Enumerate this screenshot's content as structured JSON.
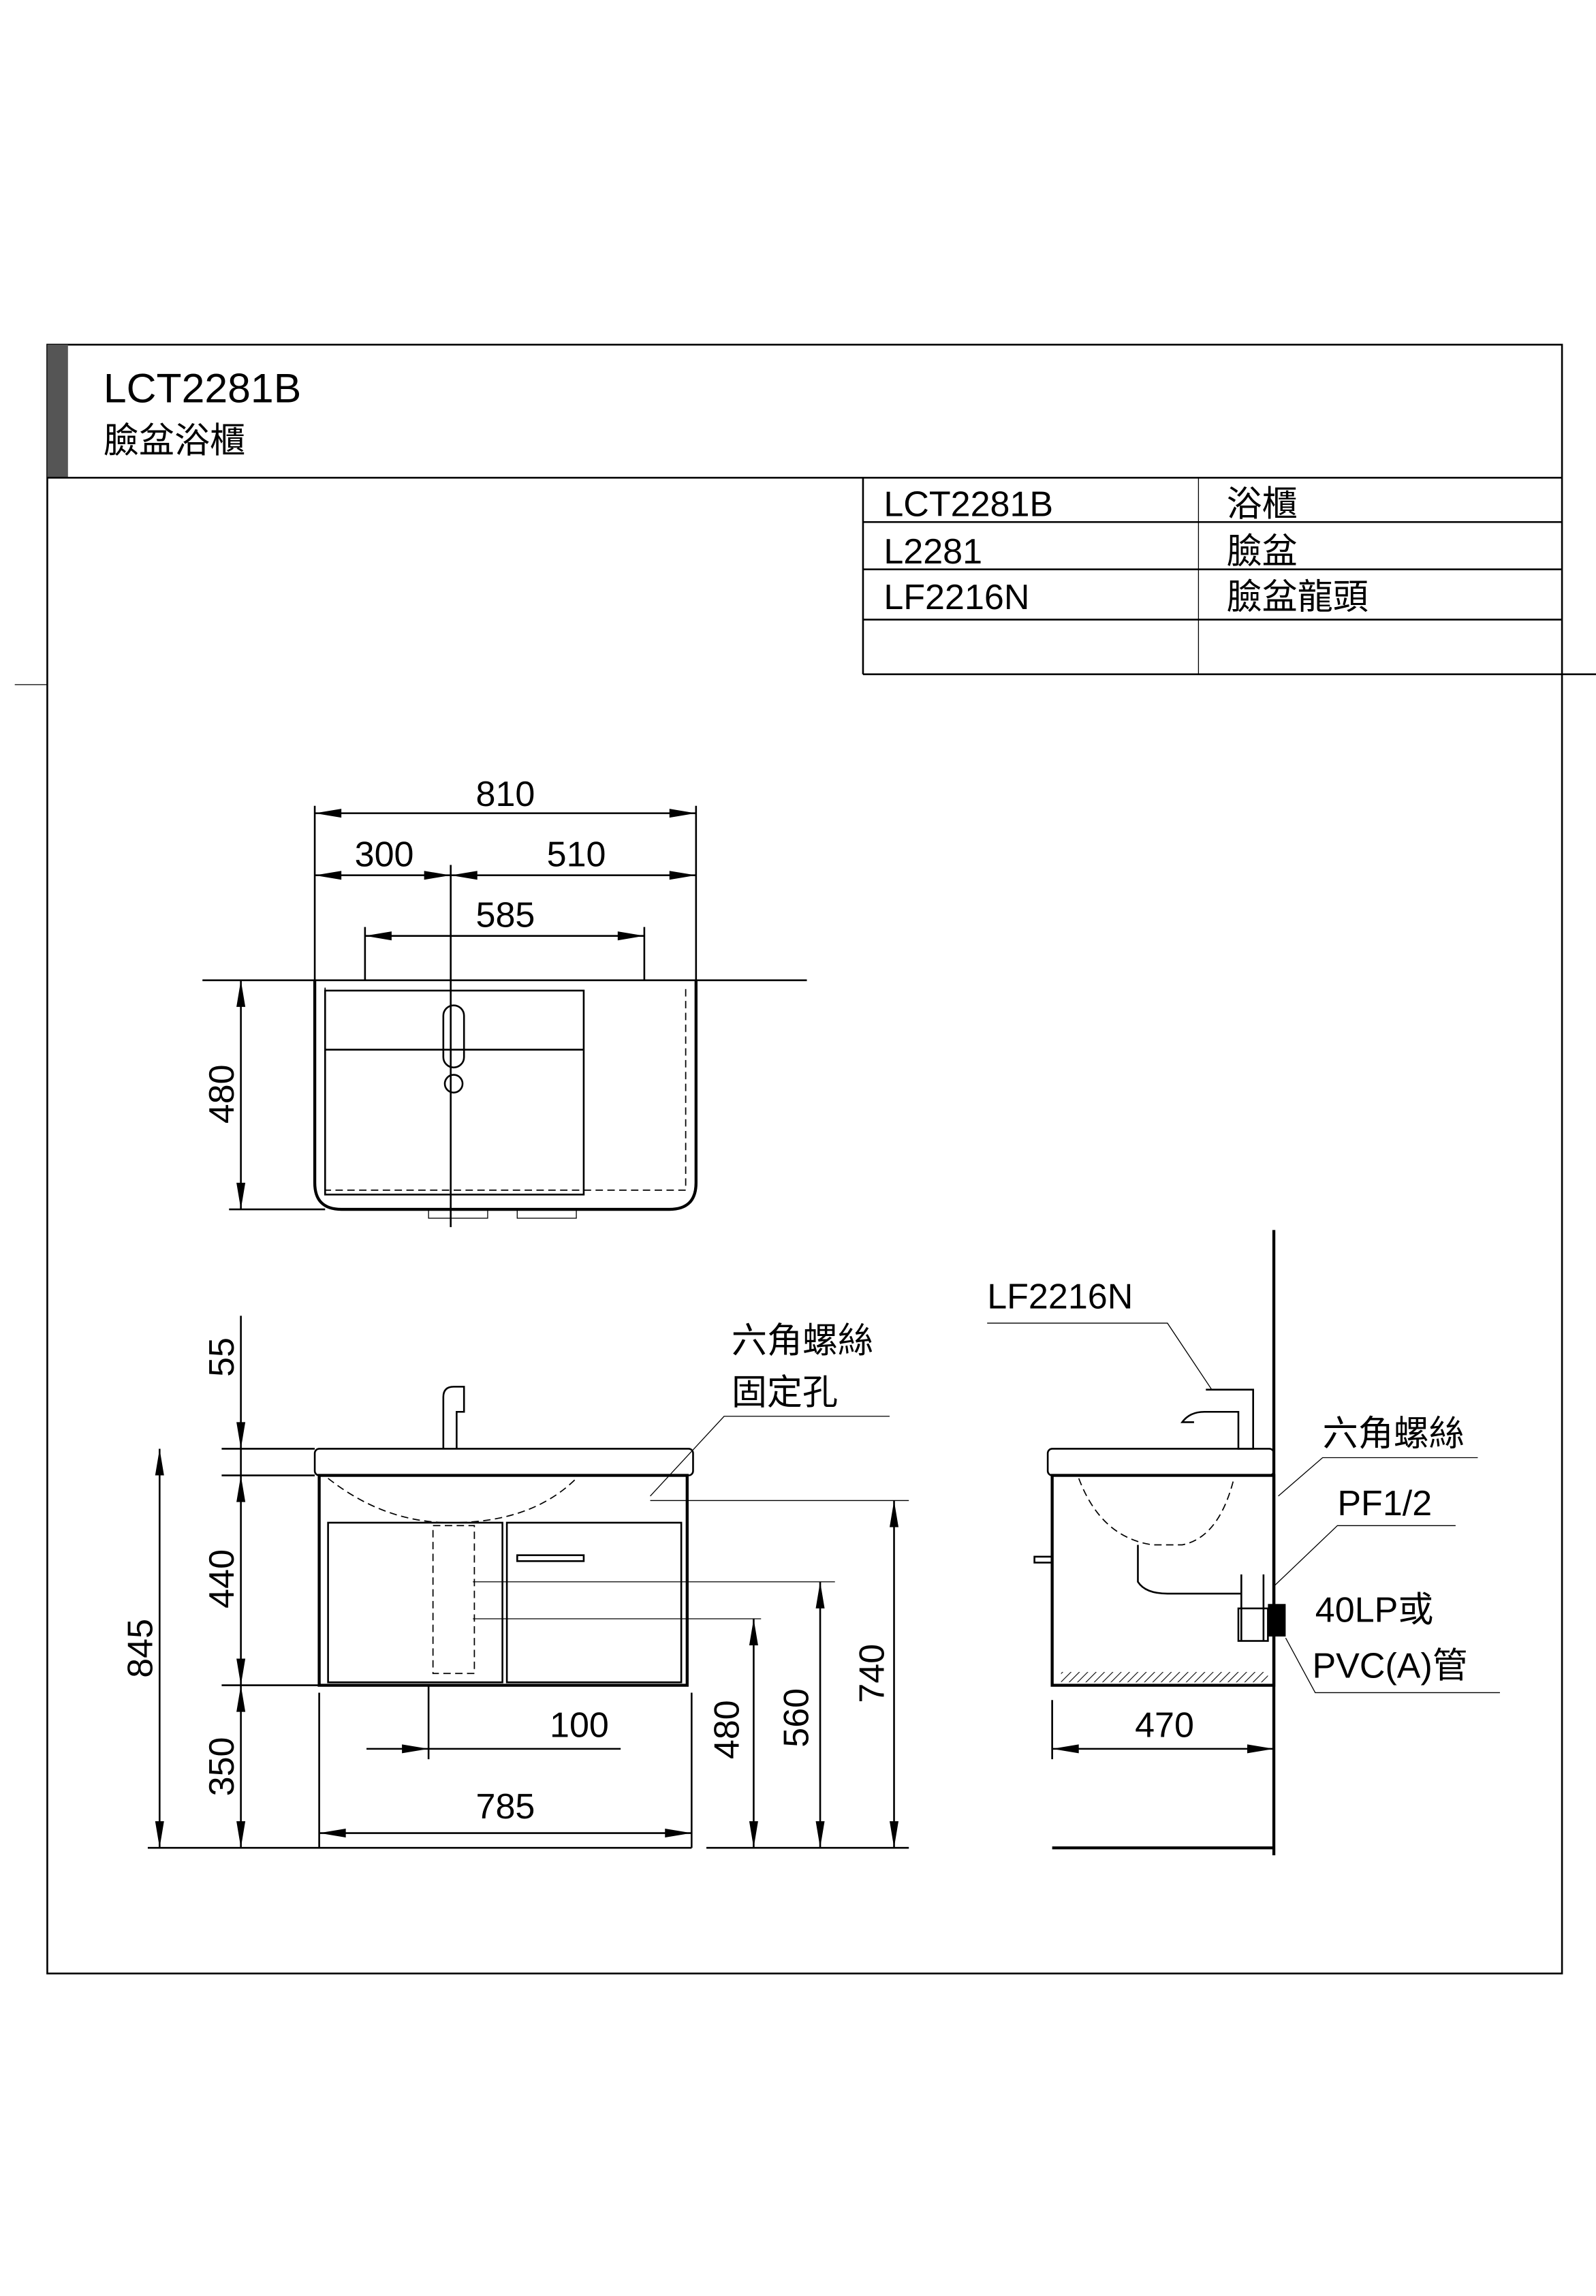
{
  "title": {
    "model": "LCT2281B",
    "name": "臉盆浴櫃"
  },
  "parts_table": [
    {
      "code": "LCT2281B",
      "desc": "浴櫃"
    },
    {
      "code": "L2281",
      "desc": "臉盆"
    },
    {
      "code": "LF2216N",
      "desc": "臉盆龍頭"
    },
    {
      "code": "",
      "desc": ""
    }
  ],
  "top_view": {
    "width_total": "810",
    "left_offset": "300",
    "right_offset": "510",
    "bowl_width": "585",
    "depth": "480"
  },
  "front_view": {
    "top_height": "55",
    "cabinet_height": "440",
    "leg_gap": "350",
    "total_height": "845",
    "drain_offset": "100",
    "width": "785",
    "h480": "480",
    "h560": "560",
    "h740": "740",
    "label_hex_screw": "六角螺絲",
    "label_fix_hole": "固定孔"
  },
  "side_view": {
    "faucet_label": "LF2216N",
    "depth": "470",
    "label_hex_screw": "六角螺絲",
    "label_pf": "PF1/2",
    "label_drain_1": "40LP或",
    "label_drain_2": "PVC(A)管"
  }
}
